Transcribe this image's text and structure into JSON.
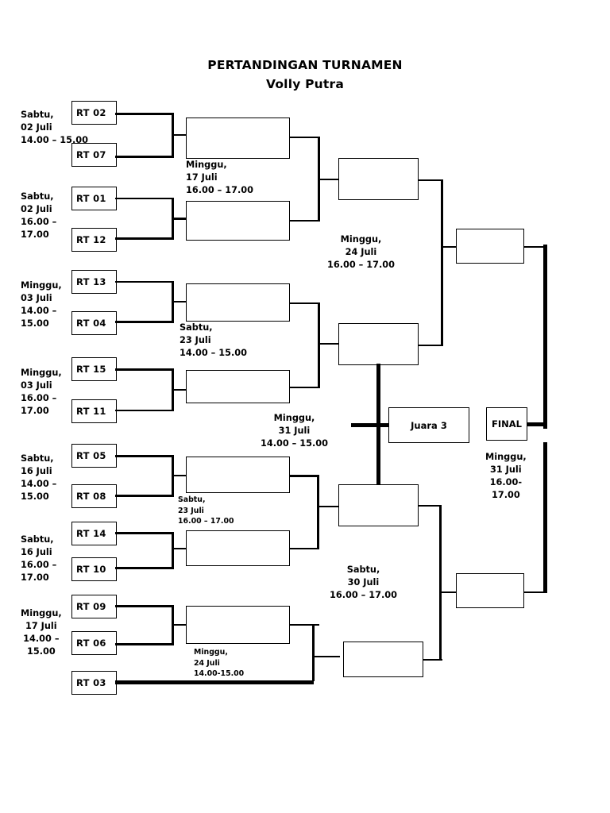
{
  "title": {
    "main": "PERTANDINGAN TURNAMEN",
    "sub": "Volly Putra"
  },
  "round1": {
    "groups": [
      {
        "id": "g1",
        "schedule": "Sabtu,\n02 Juli\n14.00 – 15.00",
        "teams": [
          "RT 02",
          "RT 07"
        ]
      },
      {
        "id": "g2",
        "schedule": "Sabtu,\n02 Juli\n16.00 –\n17.00",
        "teams": [
          "RT 01",
          "RT 12"
        ]
      },
      {
        "id": "g3",
        "schedule": "Minggu,\n03 Juli\n14.00 –\n15.00",
        "teams": [
          "RT 13",
          "RT 04"
        ]
      },
      {
        "id": "g4",
        "schedule": "Minggu,\n03 Juli\n16.00 –\n17.00",
        "teams": [
          "RT 15",
          "RT 11"
        ]
      },
      {
        "id": "g5",
        "schedule": "Sabtu,\n16 Juli\n14.00 –\n15.00",
        "teams": [
          "RT 05",
          "RT 08"
        ]
      },
      {
        "id": "g6",
        "schedule": "Sabtu,\n16 Juli\n16.00 –\n17.00",
        "teams": [
          "RT 14",
          "RT 10"
        ]
      },
      {
        "id": "g7",
        "schedule": "Minggu,\n17 Juli\n14.00 –\n15.00",
        "teams": [
          "RT 09",
          "RT 06"
        ]
      }
    ],
    "bye_team": "RT 03"
  },
  "round2": {
    "schedules": [
      "Minggu,\n17 Juli\n16.00 – 17.00",
      "Sabtu,\n23 Juli\n14.00 – 15.00",
      "Sabtu,\n23 Juli\n16.00 – 17.00",
      "Minggu,\n24 Juli\n14.00-15.00"
    ]
  },
  "round3": {
    "schedules": [
      "Minggu,\n24 Juli\n16.00 – 17.00",
      "Sabtu,\n30 Juli\n16.00 – 17.00"
    ]
  },
  "third_place": {
    "label": "Juara 3",
    "schedule": "Minggu,\n31 Juli\n14.00 – 15.00"
  },
  "final": {
    "label": "FINAL",
    "schedule": "Minggu,\n31 Juli\n16.00-\n17.00"
  }
}
